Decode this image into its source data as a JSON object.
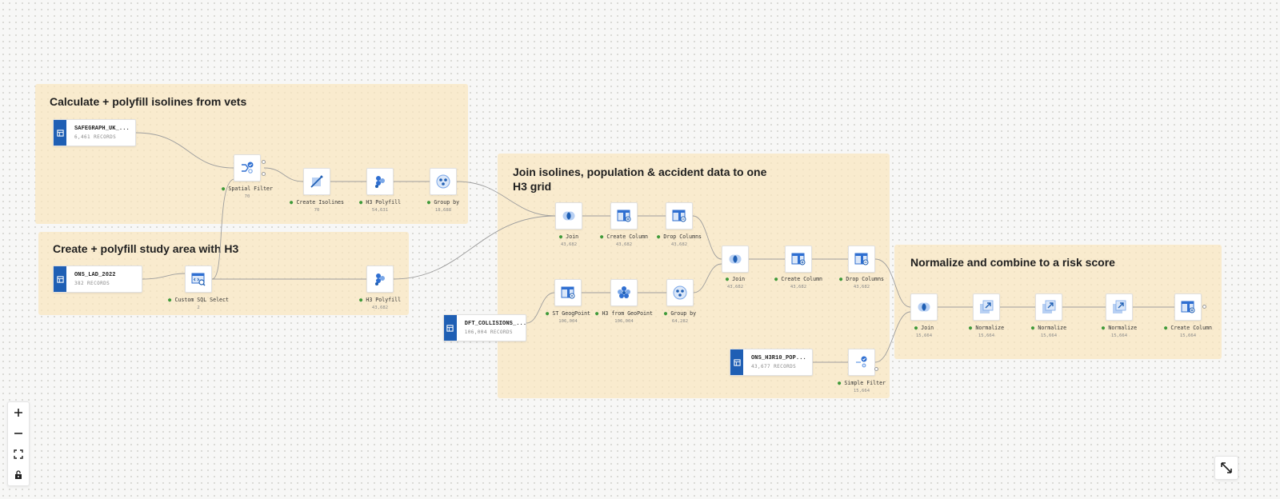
{
  "groups": {
    "g1": {
      "title": "Calculate + polyfill isolines from vets"
    },
    "g2": {
      "title": "Create + polyfill study area with H3"
    },
    "g3": {
      "title_line1": "Join isolines, population & accident data to one",
      "title_line2": "H3 grid"
    },
    "g4": {
      "title": "Normalize and combine to a risk score"
    }
  },
  "sources": {
    "safegraph": {
      "name": "SAFEGRAPH_UK_...",
      "records": "6,461 RECORDS"
    },
    "ons_lad": {
      "name": "ONS_LAD_2022",
      "records": "382 RECORDS"
    },
    "dft": {
      "name": "DFT_COLLISIONS_...",
      "records": "106,004 RECORDS"
    },
    "ons_h3": {
      "name": "ONS_H3R10_POP...",
      "records": "43,677 RECORDS"
    }
  },
  "nodes": {
    "spatial_filter": {
      "label": "Spatial Filter",
      "count": "70"
    },
    "create_isolines": {
      "label": "Create Isolines",
      "count": "70"
    },
    "h3_polyfill_1": {
      "label": "H3 Polyfill",
      "count": "54,631"
    },
    "group_by_1": {
      "label": "Group by",
      "count": "18,688"
    },
    "custom_sql": {
      "label": "Custom SQL Select",
      "count": "2"
    },
    "h3_polyfill_2": {
      "label": "H3 Polyfill",
      "count": "43,682"
    },
    "join_1": {
      "label": "Join",
      "count": "43,682"
    },
    "create_column_1": {
      "label": "Create Column",
      "count": "43,682"
    },
    "drop_columns_1": {
      "label": "Drop Columns",
      "count": "43,682"
    },
    "st_geogpoint": {
      "label": "ST GeogPoint",
      "count": "106,004"
    },
    "h3_from_geogpoint": {
      "label": "H3 from GeoPoint",
      "count": "106,004"
    },
    "group_by_2": {
      "label": "Group by",
      "count": "64,282"
    },
    "join_2": {
      "label": "Join",
      "count": "43,682"
    },
    "create_column_2": {
      "label": "Create Column",
      "count": "43,682"
    },
    "drop_columns_2": {
      "label": "Drop Columns",
      "count": "43,682"
    },
    "simple_filter": {
      "label": "Simple Filter",
      "count": "15,664"
    },
    "join_3": {
      "label": "Join",
      "count": "15,664"
    },
    "normalize_1": {
      "label": "Normalize",
      "count": "15,664"
    },
    "normalize_2": {
      "label": "Normalize",
      "count": "15,664"
    },
    "normalize_3": {
      "label": "Normalize",
      "count": "15,664"
    },
    "create_column_3": {
      "label": "Create Column",
      "count": "15,664"
    }
  },
  "icons": {
    "table": "table-icon",
    "filter": "spatial-filter-icon",
    "isolines": "isolines-icon",
    "polyfill": "h3-polyfill-icon",
    "groupby": "group-by-icon",
    "sql": "sql-icon",
    "join": "join-icon",
    "column": "create-column-icon",
    "drop": "drop-columns-icon",
    "normalize": "normalize-icon",
    "zoom_in": "plus-icon",
    "zoom_out": "minus-icon",
    "fit": "fit-view-icon",
    "lock": "lock-icon",
    "expand": "expand-icon"
  },
  "colors": {
    "accent": "#1f5fb4",
    "group_fill": "#fae6be",
    "ok": "#3f9a3a"
  }
}
